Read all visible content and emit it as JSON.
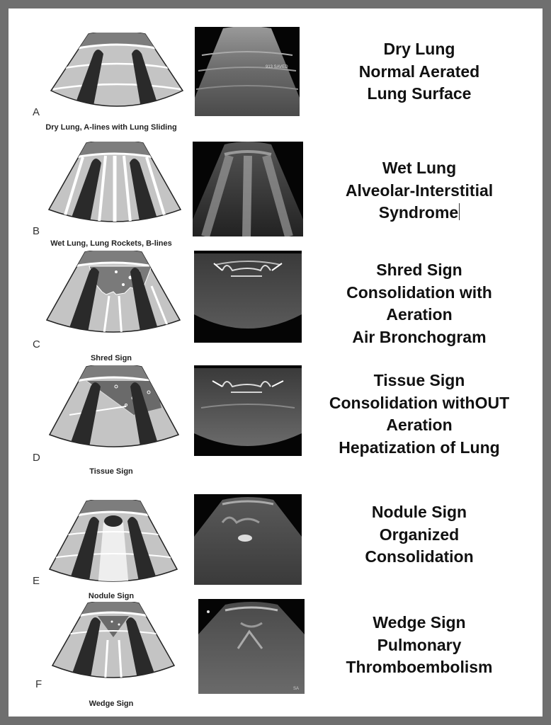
{
  "panels": [
    {
      "letter": "A",
      "caption": "Dry Lung, A-lines with Lung Sliding",
      "description": [
        "Dry Lung",
        "Normal Aerated",
        "Lung Surface"
      ],
      "us_label": "913 SAVED"
    },
    {
      "letter": "B",
      "caption": "Wet Lung, Lung Rockets, B-lines",
      "description": [
        "Wet Lung",
        "Alveolar-Interstitial",
        "Syndrome"
      ]
    },
    {
      "letter": "C",
      "caption": "Shred Sign",
      "description": [
        "Shred Sign",
        "Consolidation with",
        "Aeration",
        "Air Bronchogram"
      ]
    },
    {
      "letter": "D",
      "caption": "Tissue Sign",
      "description": [
        "Tissue Sign",
        "Consolidation withOUT",
        "Aeration",
        "Hepatization of Lung"
      ]
    },
    {
      "letter": "E",
      "caption": "Nodule Sign",
      "description": [
        "Nodule Sign",
        "Organized",
        "Consolidation"
      ]
    },
    {
      "letter": "F",
      "caption": "Wedge Sign",
      "description": [
        "Wedge Sign",
        "Pulmonary",
        "Thromboembolism"
      ],
      "us_label": "SA"
    }
  ],
  "colors": {
    "page_bg": "#ffffff",
    "frame": "#6f6f6f",
    "pleura": "#7d7d7d",
    "lung_field": "#c4c4c4",
    "rib_shadow": "#2a2a2a",
    "line_white": "#ffffff"
  }
}
